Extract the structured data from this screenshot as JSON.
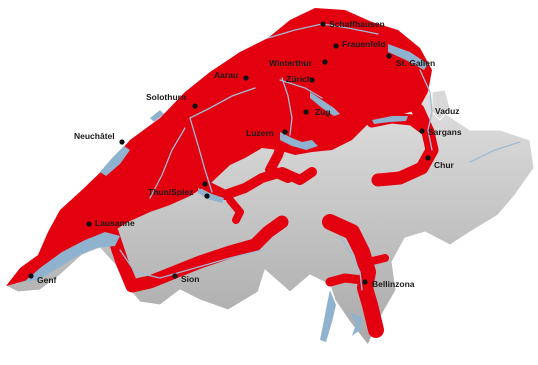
{
  "map": {
    "colors": {
      "country_fill": "#c9c9c9",
      "country_shade": "#e8e8e8",
      "coverage": "#e3000f",
      "coverage_dark": "#b8000c",
      "water": "#8fb3cf",
      "river": "#9fbcd4",
      "border": "#ffffff",
      "text": "#1a1a1a"
    },
    "legend": null,
    "cities": [
      {
        "id": "schaffhausen",
        "label": "Schaffhausen"
      },
      {
        "id": "frauenfeld",
        "label": "Frauenfeld"
      },
      {
        "id": "st-gallen",
        "label": "St. Gallen"
      },
      {
        "id": "winterthur",
        "label": "Winterthur"
      },
      {
        "id": "aarau",
        "label": "Aarau"
      },
      {
        "id": "zurich",
        "label": "Zürich"
      },
      {
        "id": "vaduz",
        "label": "Vaduz"
      },
      {
        "id": "solothurn",
        "label": "Solothurn"
      },
      {
        "id": "zug",
        "label": "Zug"
      },
      {
        "id": "sargans",
        "label": "Sargans"
      },
      {
        "id": "neuchatel",
        "label": "Neuchâtel"
      },
      {
        "id": "luzern",
        "label": "Luzern"
      },
      {
        "id": "chur",
        "label": "Chur"
      },
      {
        "id": "thun-spiez",
        "label": "Thun/Spiez"
      },
      {
        "id": "lausanne",
        "label": "Lausanne"
      },
      {
        "id": "sion",
        "label": "Sion"
      },
      {
        "id": "bellinzona",
        "label": "Bellinzona"
      },
      {
        "id": "genf",
        "label": "Genf"
      }
    ]
  }
}
